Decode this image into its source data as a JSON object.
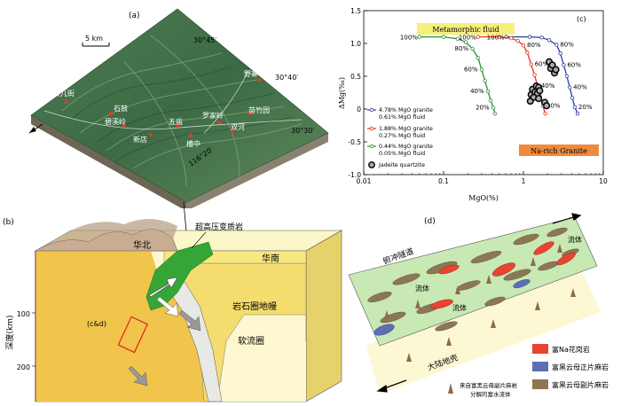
{
  "figure": {
    "panel_a": {
      "label": "(a)",
      "scale_bar": "5 km",
      "lat_ticks": [
        "30°45′",
        "30°40′",
        "30°30′"
      ],
      "lon_ticks": [
        "116°20′"
      ],
      "places": [
        "女儿街",
        "野寨",
        "苗竹园",
        "五庙",
        "罗家岭",
        "碧溪岭",
        "新店",
        "双河",
        "槽中",
        "石鼓"
      ]
    },
    "panel_b": {
      "label": "(b)",
      "uhp_label": "超高压变质岩",
      "north_china": "华北",
      "south_china": "华南",
      "lith_mantle": "岩石圈地幔",
      "asthenosphere": "软流圈",
      "box_label": "(c&d)",
      "depth_axis_title": "深度(km)",
      "depth_ticks": [
        "100",
        "200"
      ]
    },
    "panel_c": {
      "label": "(c)",
      "metamorphic_fluid": "Metamorphic fluid",
      "na_rich_granite": "Na-rich Granite",
      "xlabel": "MgO(%)",
      "ylabel": "ΔMg(‰)",
      "x_ticks": [
        "0.01",
        "0.1",
        "1",
        "10"
      ],
      "y_ticks": [
        "1.5",
        "1.0",
        "0.5",
        "0",
        "-0.5",
        "-1.0"
      ],
      "legend": [
        {
          "line1": "4.78% MgO granite",
          "line2": "0.61% MgO fluid",
          "color": "#2b3f9e"
        },
        {
          "line1": "1.88% MgO granite",
          "line2": "0.27% MgO fluid",
          "color": "#e8321e"
        },
        {
          "line1": "0.44% MgO granite",
          "line2": "0.05% MgO fluid",
          "color": "#2f8f2f"
        },
        {
          "line1": "Jadeite quartzite",
          "line2": "",
          "color": "#333333"
        }
      ]
    },
    "panel_d": {
      "label": "(d)",
      "conduit": "俯冲隧道",
      "fluid1": "流体",
      "fluid2": "流体",
      "fluid3": "流体",
      "crust": "大陆地壳",
      "legend": [
        {
          "label": "富Na花岗岩",
          "color": "#e8442f"
        },
        {
          "label": "富黑云母正片麻岩",
          "color": "#5c6fb4"
        },
        {
          "label": "富黑云母副片麻岩",
          "color": "#8c7755"
        }
      ],
      "note1": "来自富黑云母副片麻岩",
      "note2": "分解的富水流体"
    }
  },
  "chart_data": {
    "type": "line",
    "xscale": "log",
    "xlim": [
      0.01,
      10
    ],
    "ylim": [
      -1.0,
      1.5
    ],
    "xlabel": "MgO(%)",
    "ylabel": "ΔMg(‰)",
    "series": [
      {
        "name": "4.78% MgO granite / 0.61% MgO fluid",
        "color": "#2b3f9e",
        "x": [
          0.61,
          1.2,
          1.7,
          2.1,
          2.6,
          2.9,
          3.2,
          3.5,
          3.8,
          4.1,
          4.4,
          4.78
        ],
        "y": [
          1.1,
          1.1,
          1.09,
          1.05,
          0.98,
          0.85,
          0.67,
          0.5,
          0.33,
          0.17,
          0.03,
          -0.07
        ],
        "percent_labels": [
          "100%",
          "80%",
          "60%",
          "40%",
          "20%"
        ]
      },
      {
        "name": "1.88% MgO granite / 0.27% MgO fluid",
        "color": "#e8321e",
        "x": [
          0.27,
          0.5,
          0.7,
          0.85,
          1.0,
          1.12,
          1.25,
          1.38,
          1.5,
          1.62,
          1.75,
          1.88
        ],
        "y": [
          1.1,
          1.1,
          1.08,
          1.04,
          0.97,
          0.86,
          0.68,
          0.52,
          0.35,
          0.19,
          0.05,
          -0.07
        ],
        "percent_labels": [
          "100%",
          "80%",
          "60%",
          "40%",
          "20%"
        ]
      },
      {
        "name": "0.44% MgO granite / 0.05% MgO fluid",
        "color": "#2f8f2f",
        "x": [
          0.05,
          0.1,
          0.15,
          0.19,
          0.23,
          0.27,
          0.3,
          0.33,
          0.36,
          0.39,
          0.42,
          0.44
        ],
        "y": [
          1.1,
          1.1,
          1.07,
          1.02,
          0.92,
          0.78,
          0.6,
          0.43,
          0.27,
          0.13,
          0.02,
          -0.07
        ],
        "percent_labels": [
          "100%",
          "80%",
          "60%",
          "40%",
          "20%"
        ]
      }
    ],
    "jadeite_quartzite": {
      "x": [
        1.22,
        1.25,
        1.3,
        1.35,
        1.4,
        1.45,
        1.5,
        1.55,
        1.55,
        1.6,
        1.85,
        1.95,
        2.1,
        2.2,
        2.3,
        2.45,
        2.55
      ],
      "y": [
        0.12,
        0.22,
        0.3,
        0.18,
        0.26,
        0.35,
        0.24,
        0.33,
        0.16,
        0.28,
        0.1,
        0.05,
        0.72,
        0.62,
        0.67,
        0.55,
        0.6
      ]
    }
  }
}
